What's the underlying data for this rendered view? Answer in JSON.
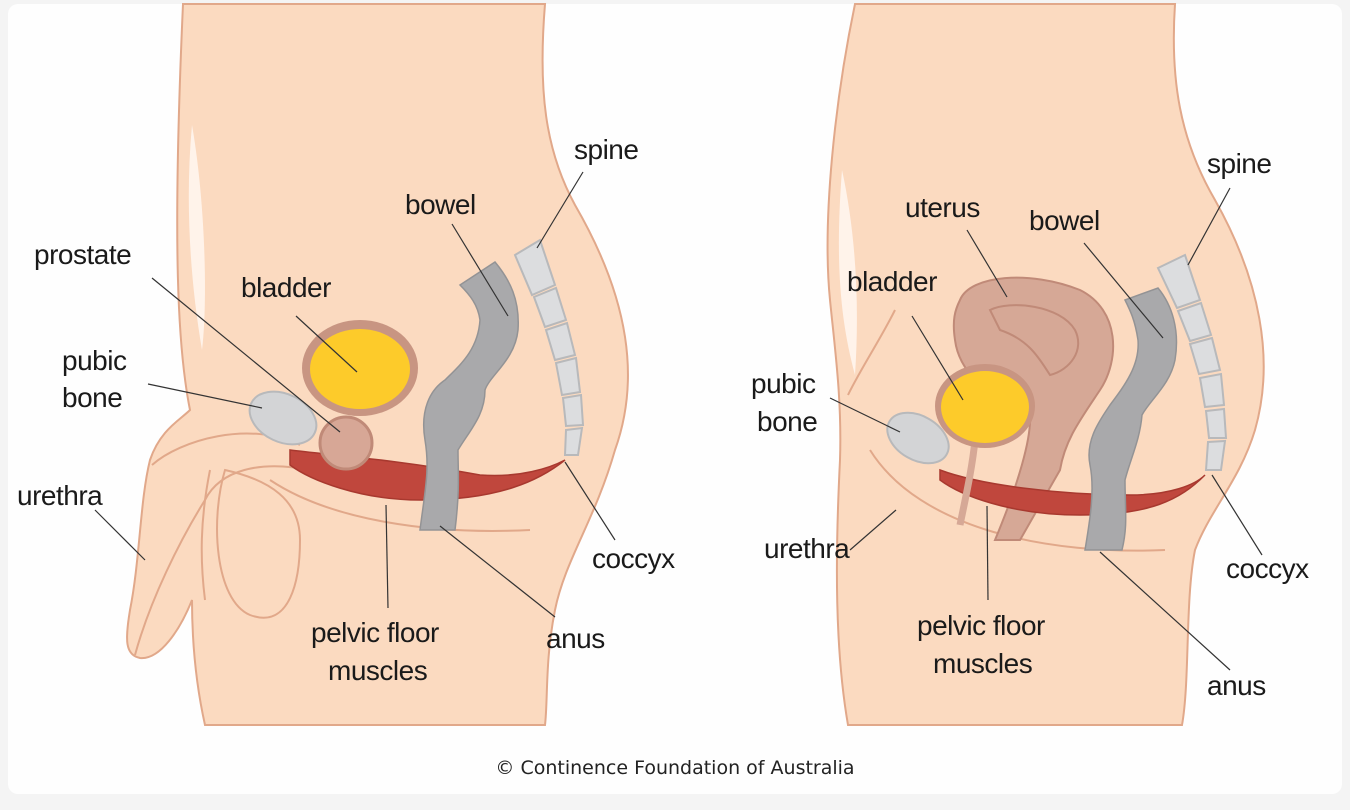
{
  "colors": {
    "skin": "#fbdac0",
    "skin_outline": "#e1a88a",
    "bladder": "#fdcb2a",
    "bladder_rim": "#c89582",
    "bone": "#d3d4d6",
    "bowel": "#a9a9ab",
    "muscle": "#c0473d",
    "uterus": "#d6a896",
    "prostate": "#d7a796",
    "leader": "#333333"
  },
  "male": {
    "labels": {
      "spine": "spine",
      "bowel": "bowel",
      "prostate": "prostate",
      "bladder": "bladder",
      "pubic_bone_line1": "pubic",
      "pubic_bone_line2": "bone",
      "urethra": "urethra",
      "coccyx": "coccyx",
      "pelvic_floor_line1": "pelvic floor",
      "pelvic_floor_line2": "muscles",
      "anus": "anus"
    }
  },
  "female": {
    "labels": {
      "spine": "spine",
      "uterus": "uterus",
      "bowel": "bowel",
      "bladder": "bladder",
      "pubic_bone_line1": "pubic",
      "pubic_bone_line2": "bone",
      "urethra": "urethra",
      "coccyx": "coccyx",
      "pelvic_floor_line1": "pelvic floor",
      "pelvic_floor_line2": "muscles",
      "anus": "anus"
    }
  },
  "caption": "© Continence Foundation of Australia"
}
